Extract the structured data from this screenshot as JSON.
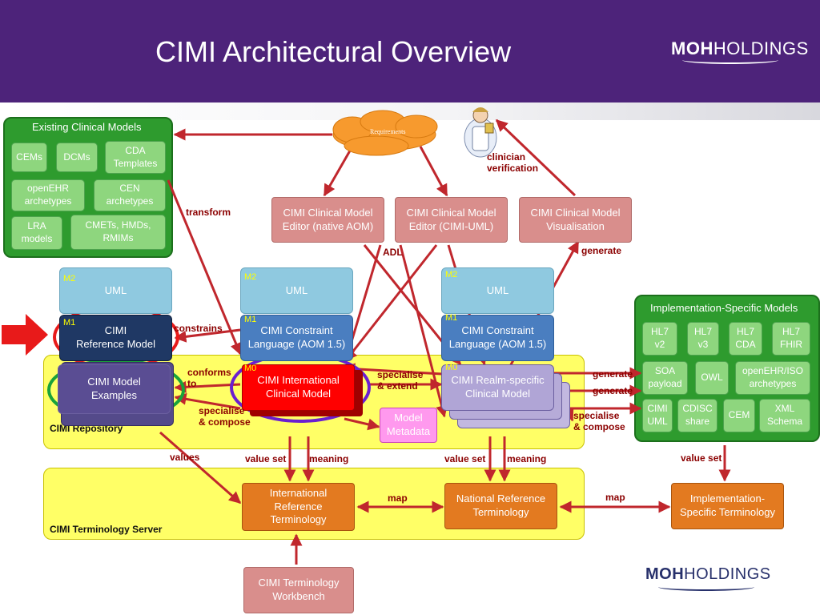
{
  "title": "CIMI Architectural Overview",
  "logo": {
    "bold": "MOH",
    "light": "HOLDINGS"
  },
  "cloud": {
    "label": "Requirements"
  },
  "existing_models": {
    "title": "Existing Clinical Models",
    "items": [
      "CEMs",
      "DCMs",
      "CDA\nTemplates",
      "openEHR\narchetypes",
      "CEN\narchetypes",
      "LRA\nmodels",
      "CMETs, HMDs,\nRMIMs"
    ]
  },
  "editors": [
    "CIMI Clinical Model\nEditor (native AOM)",
    "CIMI Clinical Model\nEditor (CIMI-UML)",
    "CIMI Clinical Model\nVisualisation"
  ],
  "stack_left": {
    "m2": "M2",
    "m1": "M1",
    "uml": "UML",
    "ref_model": "CIMI\nReference Model",
    "examples": "CIMI Model\nExamples"
  },
  "stack_center": {
    "m2": "M2",
    "m1": "M1",
    "m0": "M0",
    "uml": "UML",
    "constraint": "CIMI Constraint\nLanguage (AOM 1.5)",
    "intl_model": "CIMI International\nClinical Model"
  },
  "stack_right": {
    "m2": "M2",
    "m1": "M1",
    "m0": "M0",
    "uml": "UML",
    "constraint": "CIMI Constraint\nLanguage (AOM 1.5)",
    "realm_model": "CIMI Realm-specific\nClinical Model"
  },
  "model_metadata": "Model\nMetadata",
  "repository": {
    "title": "CIMI Repository"
  },
  "terminology_server": {
    "title": "CIMI Terminology Server"
  },
  "terminologies": {
    "international": "International\nReference\nTerminology",
    "national": "National Reference\nTerminology",
    "implementation": "Implementation-\nSpecific Terminology"
  },
  "workbench": "CIMI Terminology\nWorkbench",
  "impl_models": {
    "title": "Implementation-Specific Models",
    "items": [
      "HL7\nv2",
      "HL7\nv3",
      "HL7\nCDA",
      "HL7\nFHIR",
      "SOA\npayload",
      "OWL",
      "openEHR/ISO\narchetypes",
      "CIMI\nUML",
      "CDISC\nshare",
      "CEM",
      "XML\nSchema"
    ]
  },
  "edge_labels": {
    "clinician_verification": "clinician\nverification",
    "transform": "transform",
    "adl": "ADL",
    "generate_top": "generate",
    "constrains": "constrains",
    "conforms_to": "conforms\nto",
    "specialise_compose_left": "specialise\n& compose",
    "specialise_extend": "specialise\n& extend",
    "generate_1": "generate",
    "generate_2": "generate",
    "specialise_compose_right": "specialise\n& compose",
    "values": "values",
    "value_set_1": "value set",
    "meaning_1": "meaning",
    "value_set_2": "value set",
    "meaning_2": "meaning",
    "value_set_3": "value set",
    "map_1": "map",
    "map_2": "map"
  },
  "colors": {
    "header": "#4d237a",
    "arrow": "#c0272d",
    "green": "#2e9b2e",
    "yellow": "#ffff66",
    "highlight_red": "#e81a1a",
    "highlight_green": "#1aa33a",
    "highlight_purple": "#6a1fd0"
  }
}
